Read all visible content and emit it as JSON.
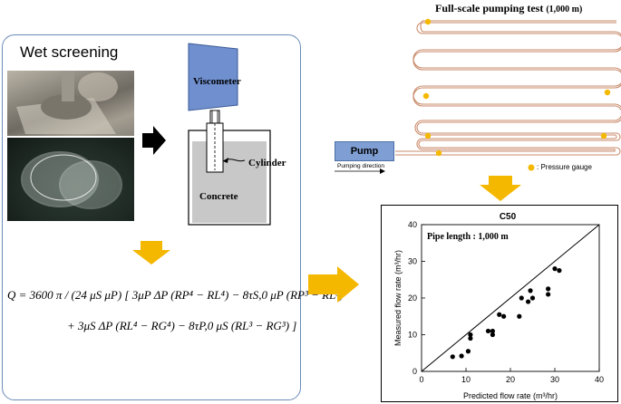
{
  "wet_screening": {
    "title": "Wet screening",
    "viscometer_label": "Viscometer",
    "cylinder_label": "Cylinder",
    "concrete_label": "Concrete"
  },
  "equation": {
    "line1": "Q = 3600 π / (24 μS μP) [ 3μP ΔP (RP⁴ − RL⁴) − 8τS,0 μP (RP³ − RL³)",
    "line2": "+ 3μS ΔP (RL⁴ − RG⁴) − 8τP,0 μS (RL³ − RG³) ]"
  },
  "pumping_test": {
    "title": "Full-scale pumping test",
    "title_suffix": "(1,000  m)",
    "pump_label": "Pump",
    "direction_label": "Pumping direction",
    "gauge_legend": ": Pressure gauge"
  },
  "colors": {
    "panel_border": "#6b8bb8",
    "arrow_yellow": "#f5b800",
    "pipe": "#c98a6a",
    "gauge": "#f5b800",
    "pump_fill": "#7f9fd4",
    "viscometer_fill": "#6f8fcf"
  },
  "chart_data": {
    "type": "scatter",
    "title": "C50",
    "annotation": "Pipe length : 1,000 m",
    "xlabel": "Predicted flow rate (m³/hr)",
    "ylabel": "Measured flow rate (m³/hr)",
    "xlim": [
      0,
      40
    ],
    "ylim": [
      0,
      40
    ],
    "xticks": [
      0,
      10,
      20,
      30,
      40
    ],
    "yticks": [
      0,
      10,
      20,
      30,
      40
    ],
    "reference_line": [
      [
        0,
        0
      ],
      [
        40,
        40
      ]
    ],
    "points": [
      [
        7,
        4
      ],
      [
        9,
        4.2
      ],
      [
        10.5,
        5.5
      ],
      [
        11,
        9
      ],
      [
        11,
        10
      ],
      [
        15,
        11
      ],
      [
        16,
        10
      ],
      [
        16,
        11
      ],
      [
        17.5,
        15.5
      ],
      [
        18.5,
        15
      ],
      [
        22,
        15
      ],
      [
        22.5,
        20
      ],
      [
        24,
        19
      ],
      [
        24.5,
        22
      ],
      [
        25,
        20
      ],
      [
        28.5,
        21
      ],
      [
        28.5,
        22.5
      ],
      [
        30,
        28
      ],
      [
        31,
        27.5
      ]
    ]
  }
}
